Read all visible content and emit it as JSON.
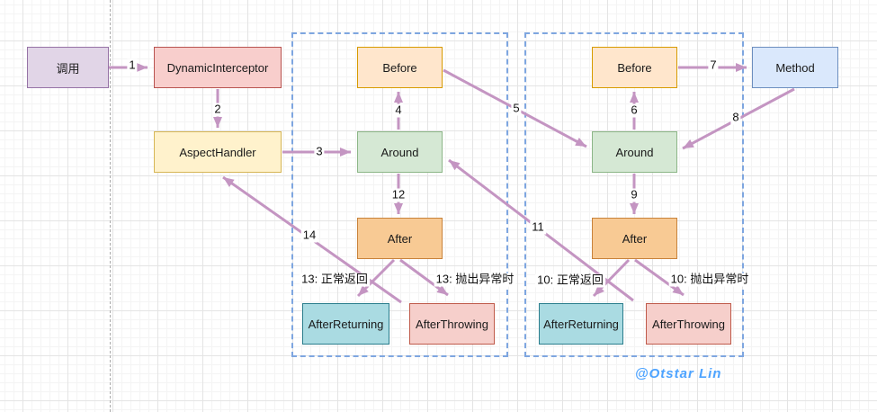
{
  "diagram": {
    "nodes": {
      "call": "调用",
      "dynamic_interceptor": "DynamicInterceptor",
      "aspect_handler": "AspectHandler",
      "before_1": "Before",
      "around_1": "Around",
      "after_1": "After",
      "after_returning_1": "AfterReturning",
      "after_throwing_1": "AfterThrowing",
      "before_2": "Before",
      "around_2": "Around",
      "after_2": "After",
      "after_returning_2": "AfterReturning",
      "after_throwing_2": "AfterThrowing",
      "method": "Method"
    },
    "edge_labels": {
      "e1": "1",
      "e2": "2",
      "e3": "3",
      "e4": "4",
      "e5": "5",
      "e6": "6",
      "e7": "7",
      "e8": "8",
      "e9": "9",
      "e10_return": "10: 正常返回",
      "e10_throw": "10: 抛出异常时",
      "e11": "11",
      "e12": "12",
      "e13_return": "13: 正常返回",
      "e13_throw": "13: 抛出异常时",
      "e14": "14"
    },
    "watermark": "@Otstar Lin",
    "palette": {
      "arrow": "#c495c2",
      "group_border": "#7ea6e0",
      "purple_fill": "#e1d5e7",
      "purple_stroke": "#9673a6",
      "red_fill": "#f8cecc",
      "red_stroke": "#b85450",
      "yellow_fill": "#fff2cc",
      "yellow_stroke": "#d6b656",
      "light_orange_fill": "#ffe6cc",
      "light_orange_stroke": "#d79b00",
      "green_fill": "#d5e8d4",
      "green_stroke": "#8cb687",
      "orange_fill": "#f8ca94",
      "orange_stroke": "#c8823a",
      "teal_fill": "#aadbe2",
      "teal_stroke": "#2a7d8c",
      "pink_fill": "#f6cfcb",
      "pink_stroke": "#bf5a4a",
      "blue_fill": "#dae8fc",
      "blue_stroke": "#6c8ebf",
      "watermark_color": "#4da3ff",
      "page_break": "#ababab"
    }
  }
}
